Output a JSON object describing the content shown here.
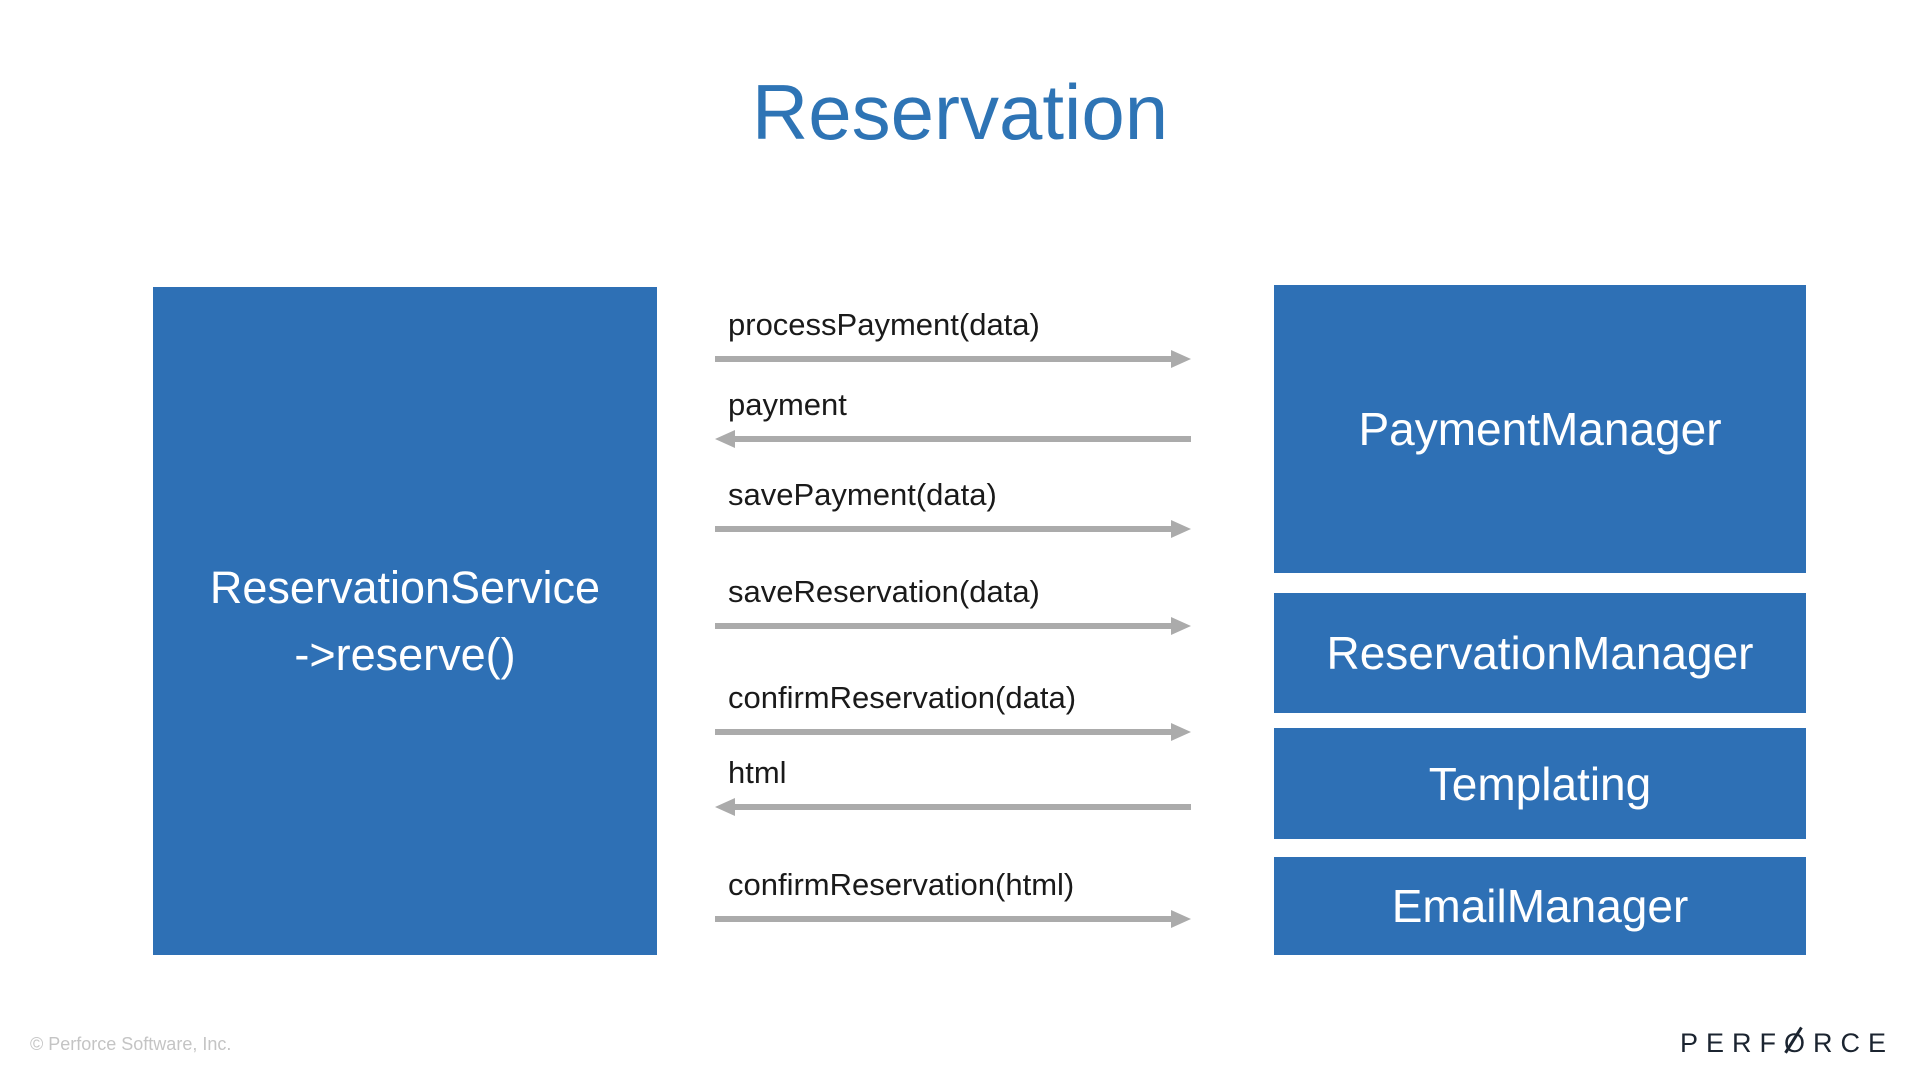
{
  "slide": {
    "title": "Reservation",
    "footer": {
      "copyright": "© Perforce Software, Inc.",
      "brand": "PERFORCE"
    },
    "colors": {
      "box_blue": "#2e70b5",
      "title_blue": "#2e74b5",
      "arrow_gray": "#ababab",
      "label_text": "#1a1a1a",
      "copyright_gray": "#c4c4c4",
      "brand_navy": "#1b2430"
    }
  },
  "diagram": {
    "caller": {
      "lines": [
        "ReservationService",
        "->reserve()"
      ]
    },
    "messages": [
      {
        "label": "processPayment(data)",
        "direction": "right"
      },
      {
        "label": "payment",
        "direction": "left"
      },
      {
        "label": "savePayment(data)",
        "direction": "right"
      },
      {
        "label": "saveReservation(data)",
        "direction": "right"
      },
      {
        "label": "confirmReservation(data)",
        "direction": "right"
      },
      {
        "label": "html",
        "direction": "left"
      },
      {
        "label": "confirmReservation(html)",
        "direction": "right"
      }
    ],
    "components": [
      "PaymentManager",
      "ReservationManager",
      "Templating",
      "EmailManager"
    ]
  }
}
